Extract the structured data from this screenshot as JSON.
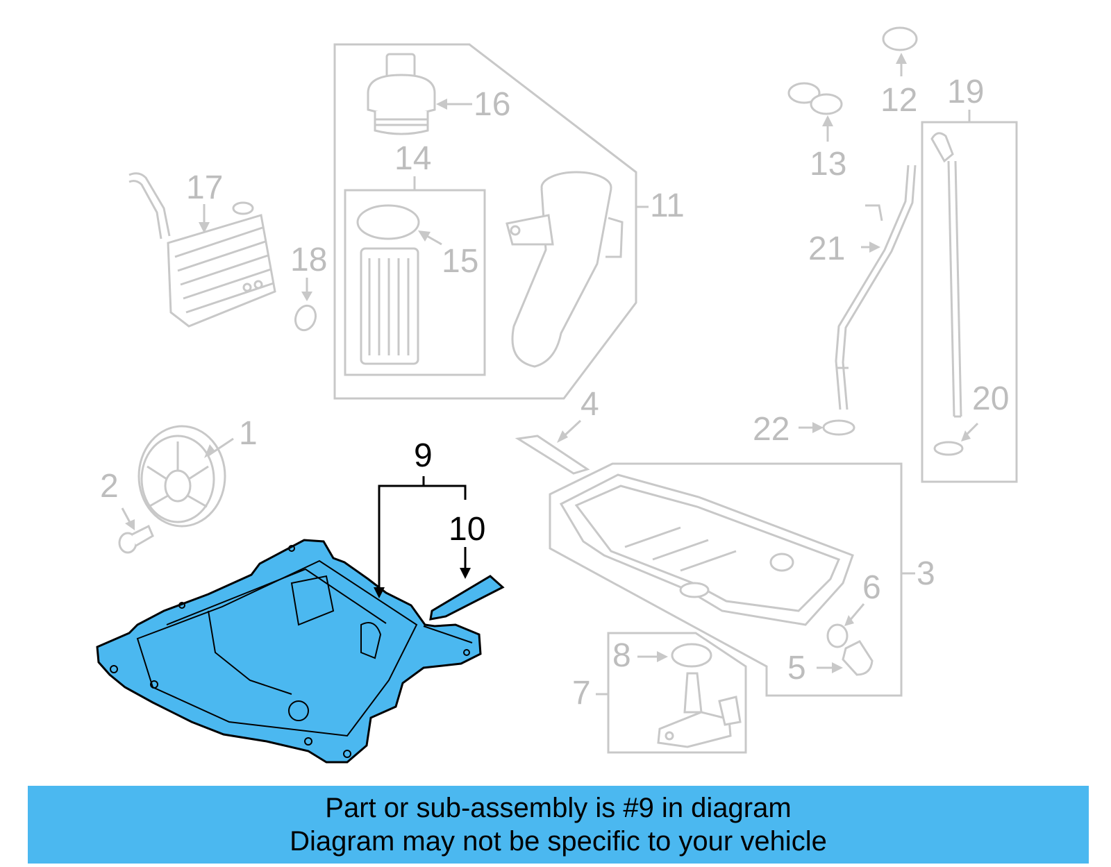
{
  "diagram": {
    "callouts": [
      {
        "id": "1",
        "label": "1"
      },
      {
        "id": "2",
        "label": "2"
      },
      {
        "id": "3",
        "label": "3"
      },
      {
        "id": "4",
        "label": "4"
      },
      {
        "id": "5",
        "label": "5"
      },
      {
        "id": "6",
        "label": "6"
      },
      {
        "id": "7",
        "label": "7"
      },
      {
        "id": "8",
        "label": "8"
      },
      {
        "id": "9",
        "label": "9"
      },
      {
        "id": "10",
        "label": "10"
      },
      {
        "id": "11",
        "label": "11"
      },
      {
        "id": "12",
        "label": "12"
      },
      {
        "id": "13",
        "label": "13"
      },
      {
        "id": "14",
        "label": "14"
      },
      {
        "id": "15",
        "label": "15"
      },
      {
        "id": "16",
        "label": "16"
      },
      {
        "id": "17",
        "label": "17"
      },
      {
        "id": "18",
        "label": "18"
      },
      {
        "id": "19",
        "label": "19"
      },
      {
        "id": "20",
        "label": "20"
      },
      {
        "id": "21",
        "label": "21"
      },
      {
        "id": "22",
        "label": "22"
      }
    ],
    "highlighted_part": "9",
    "colors": {
      "highlight": "#4bb8f0",
      "outline": "#c8c8c8",
      "active_label": "#000000"
    }
  },
  "footer": {
    "line1": "Part or sub-assembly is #9 in diagram",
    "line2": "Diagram may not be specific to your vehicle"
  }
}
